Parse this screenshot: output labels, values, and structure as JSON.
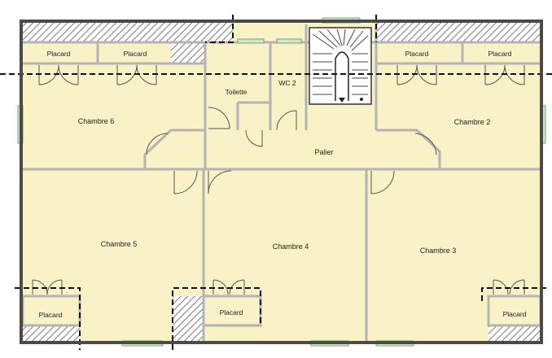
{
  "plan": {
    "rooms": {
      "chambre_6": "Chambre 6",
      "chambre_2": "Chambre 2",
      "chambre_5": "Chambre 5",
      "chambre_4": "Chambre 4",
      "chambre_3": "Chambre 3",
      "palier": "Palier",
      "toilette": "Toilette",
      "wc2": "WC 2"
    },
    "closets": {
      "top_left_1": "Placard",
      "top_left_2": "Placard",
      "top_right_1": "Placard",
      "top_right_2": "Placard",
      "bottom_left": "Placard",
      "bottom_center": "Placard",
      "bottom_right": "Placard"
    },
    "colors": {
      "floor": "#f8f2c6",
      "wall": "#4a4a4a",
      "partition": "#b4b4b4",
      "door": "#555555",
      "window": "#cfe8c9",
      "hatch": "#777777",
      "cut_line": "#111111"
    }
  }
}
